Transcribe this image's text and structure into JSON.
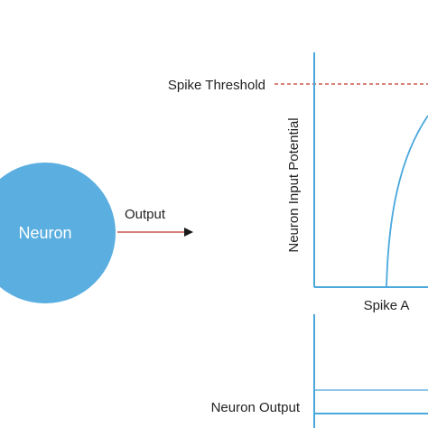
{
  "neuron": {
    "label": "Neuron",
    "fill": "#5aaee0"
  },
  "output_arrow": {
    "label": "Output",
    "color": "#c0392b"
  },
  "potential_plot": {
    "threshold_label": "Spike Threshold",
    "threshold_color": "#c0392b",
    "ylabel": "Neuron Input Potential",
    "event_label": "Spike A",
    "axis_color": "#4aa8dc",
    "curve_color": "#4aa8dc"
  },
  "output_plot": {
    "ylabel": "Neuron Output",
    "axis_color": "#4aa8dc"
  }
}
